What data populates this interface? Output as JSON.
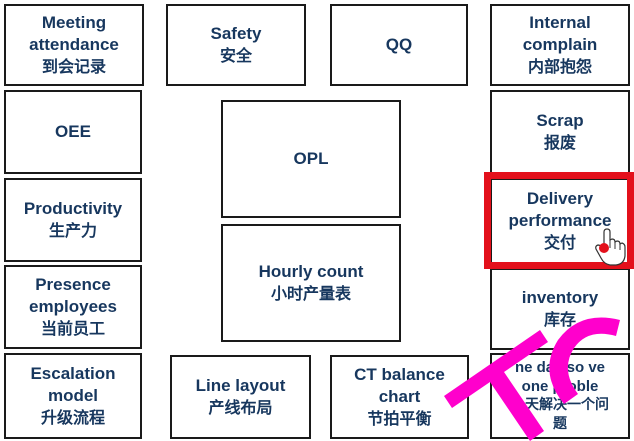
{
  "colors": {
    "text": "#17375e",
    "border": "#1a1a1a",
    "highlight": "#e3101b",
    "watermark": "#ff00cc"
  },
  "boxes": {
    "meeting": {
      "lines": [
        "Meeting",
        "attendance",
        "到会记录"
      ]
    },
    "safety": {
      "lines": [
        "Safety",
        "安全"
      ]
    },
    "qq": {
      "lines": [
        "QQ"
      ]
    },
    "internal": {
      "lines": [
        "Internal",
        "complain",
        "内部抱怨"
      ]
    },
    "oee": {
      "lines": [
        "OEE"
      ]
    },
    "opl": {
      "lines": [
        "OPL"
      ]
    },
    "scrap": {
      "lines": [
        "Scrap",
        "报废"
      ]
    },
    "productivity": {
      "lines": [
        "Productivity",
        "生产力"
      ]
    },
    "delivery": {
      "lines": [
        "Delivery",
        "performance",
        "交付"
      ]
    },
    "presence": {
      "lines": [
        "Presence",
        "employees",
        "当前员工"
      ]
    },
    "hourly": {
      "lines": [
        "Hourly count",
        "小时产量表"
      ]
    },
    "inventory": {
      "lines": [
        "inventory",
        "库存"
      ]
    },
    "escalation": {
      "lines": [
        "Escalation",
        "model",
        "升级流程"
      ]
    },
    "line_layout": {
      "lines": [
        "Line layout",
        "产线布局"
      ]
    },
    "ct_balance": {
      "lines": [
        "CT balance",
        "chart",
        "节拍平衡"
      ]
    },
    "one_day": {
      "lines": [
        "ne day so ve",
        "one proble",
        "一天解决一个问",
        "题"
      ]
    }
  },
  "icons": {
    "cursor": "hand-pointer-icon",
    "watermark": "watermark-logo"
  }
}
